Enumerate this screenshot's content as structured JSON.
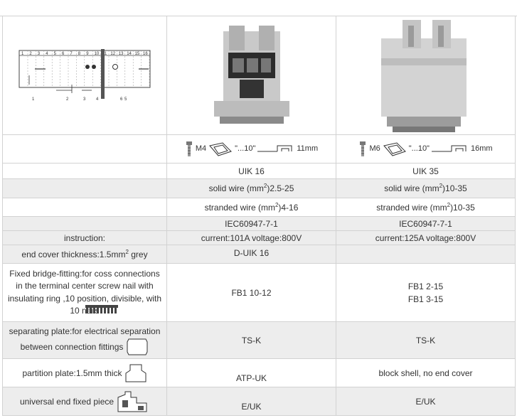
{
  "header": {
    "ruler_numbers": [
      "1",
      "2",
      "3",
      "4",
      "5",
      "6",
      "7",
      "8",
      "9",
      "10",
      "11",
      "12",
      "13",
      "14",
      "15",
      "16"
    ],
    "callouts": [
      "1",
      "2",
      "3",
      "4",
      "6",
      "5"
    ]
  },
  "spec_row": {
    "uik16": {
      "screw": "M4",
      "quote": "\"...10\"",
      "length": "11mm"
    },
    "uik35": {
      "screw": "M6",
      "quote": "\"...10\"",
      "length": "16mm"
    }
  },
  "rows": [
    {
      "label": "",
      "uik16": "UIK 16",
      "uik35": "UIK 35"
    },
    {
      "label": "",
      "uik16_pre": "solid wire (mm",
      "uik16_sup": "2",
      "uik16_post": ")2.5-25",
      "uik35_pre": "solid wire (mm",
      "uik35_sup": "2",
      "uik35_post": ")10-35"
    },
    {
      "label": "",
      "uik16_pre": "stranded wire (mm",
      "uik16_sup": "2",
      "uik16_post": ")4-16",
      "uik35_pre": "stranded wire (mm",
      "uik35_sup": "2",
      "uik35_post": ")10-35"
    },
    {
      "label": "",
      "uik16": "IEC60947-7-1",
      "uik35": "IEC60947-7-1"
    },
    {
      "label": "instruction:",
      "uik16": "current:101A voltage:800V",
      "uik35": "current:125A voltage:800V"
    },
    {
      "label_pre": "end cover thickness:1.5mm",
      "label_sup": "2",
      "label_post": " grey",
      "uik16": "D-UIK 16",
      "uik35": ""
    },
    {
      "label": "Fixed bridge-fitting:for coss connections in the terminal center screw nail with insulating ring ,10 position, divisible, with 10 nails",
      "uik16": "FB1 10-12",
      "uik35_a": "FB1 2-15",
      "uik35_b": "FB1 3-15"
    },
    {
      "label_a": "separating plate:for electrical separation",
      "label_b": "between connection fittings",
      "uik16": "TS-K",
      "uik35": "TS-K"
    },
    {
      "label": "partition plate:1.5mm thick",
      "uik16": "ATP-UK",
      "uik35": "block shell, no end cover"
    },
    {
      "label": "universal end fixed piece",
      "uik16": "E/UK",
      "uik35": "E/UK"
    }
  ]
}
